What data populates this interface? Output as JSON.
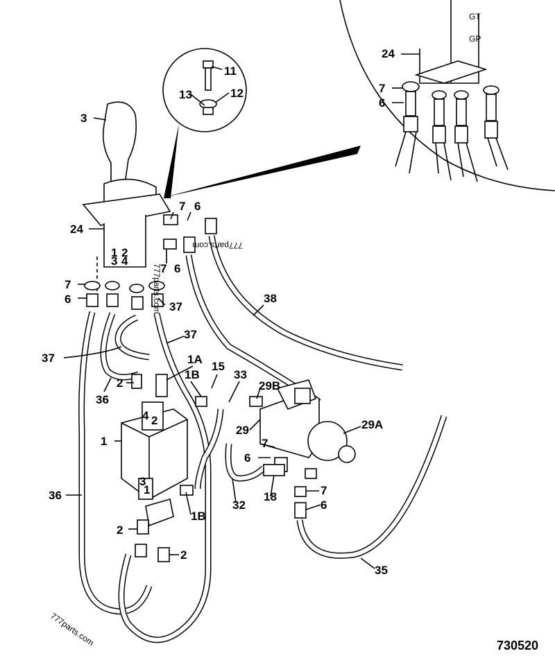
{
  "diagram": {
    "reference_number": "730520",
    "watermarks": [
      "777parts.com",
      "777parts.com",
      "777parts.com"
    ],
    "labels": [
      {
        "id": "l3",
        "text": "3"
      },
      {
        "id": "l24a",
        "text": "24"
      },
      {
        "id": "l24b",
        "text": "24"
      },
      {
        "id": "l11",
        "text": "11"
      },
      {
        "id": "l12",
        "text": "12"
      },
      {
        "id": "l13",
        "text": "13"
      },
      {
        "id": "l7a",
        "text": "7"
      },
      {
        "id": "l6a",
        "text": "6"
      },
      {
        "id": "l7b",
        "text": "7"
      },
      {
        "id": "l6b",
        "text": "6"
      },
      {
        "id": "l7c",
        "text": "7"
      },
      {
        "id": "l6c",
        "text": "6"
      },
      {
        "id": "l7d",
        "text": "7"
      },
      {
        "id": "l6d",
        "text": "6"
      },
      {
        "id": "l37a",
        "text": "37"
      },
      {
        "id": "l37b",
        "text": "37"
      },
      {
        "id": "l37c",
        "text": "37"
      },
      {
        "id": "l38",
        "text": "38"
      },
      {
        "id": "l1A",
        "text": "1A"
      },
      {
        "id": "l1Ba",
        "text": "1B"
      },
      {
        "id": "l1Bb",
        "text": "1B"
      },
      {
        "id": "l15",
        "text": "15"
      },
      {
        "id": "l33",
        "text": "33"
      },
      {
        "id": "l29B",
        "text": "29B"
      },
      {
        "id": "l29",
        "text": "29"
      },
      {
        "id": "l29A",
        "text": "29A"
      },
      {
        "id": "l2a",
        "text": "2"
      },
      {
        "id": "l2b",
        "text": "2"
      },
      {
        "id": "l2c",
        "text": "2"
      },
      {
        "id": "l36a",
        "text": "36"
      },
      {
        "id": "l36b",
        "text": "36"
      },
      {
        "id": "l1",
        "text": "1"
      },
      {
        "id": "l7e",
        "text": "7"
      },
      {
        "id": "l6e",
        "text": "6"
      },
      {
        "id": "l7f",
        "text": "7"
      },
      {
        "id": "l6f",
        "text": "6"
      },
      {
        "id": "l18",
        "text": "18"
      },
      {
        "id": "l32",
        "text": "32"
      },
      {
        "id": "l35",
        "text": "35"
      }
    ],
    "port_marks": [
      "1",
      "2",
      "3",
      "4",
      "4",
      "2",
      "3",
      "1"
    ],
    "detail_marks": [
      "GT",
      "GP"
    ]
  }
}
